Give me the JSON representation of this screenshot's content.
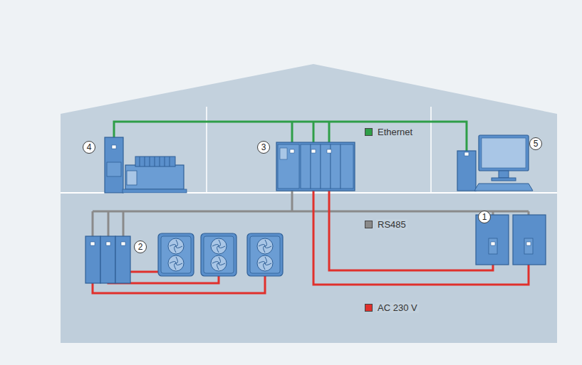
{
  "diagram": {
    "labels": [
      "4",
      "3",
      "5",
      "2",
      "1"
    ],
    "legend": [
      {
        "text": "Ethernet",
        "color": "#2e9e48"
      },
      {
        "text": "RS485",
        "color": "#8a8a8a"
      },
      {
        "text": "AC 230 V",
        "color": "#e0302c"
      }
    ]
  }
}
